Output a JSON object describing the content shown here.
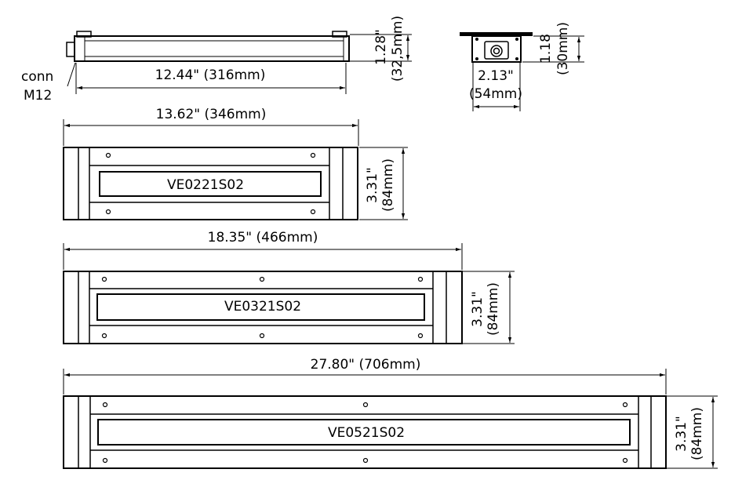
{
  "side_view": {
    "length_label": "12.44\" (316mm)",
    "height_label": "1.28\"",
    "height_mm_label": "(32,5mm)",
    "connector_label": "conn",
    "connector_type": "M12"
  },
  "end_view": {
    "width_label": "2.13\"",
    "width_mm_label": "(54mm)",
    "height_label": "1.18",
    "height_mm_label": "(30mm)"
  },
  "fixtures": [
    {
      "model": "VE0221S02",
      "length_label": "13.62\" (346mm)",
      "height_label": "3.31\"",
      "height_mm_label": "(84mm)"
    },
    {
      "model": "VE0321S02",
      "length_label": "18.35\" (466mm)",
      "height_label": "3.31\"",
      "height_mm_label": "(84mm)"
    },
    {
      "model": "VE0521S02",
      "length_label": "27.80\" (706mm)",
      "height_label": "3.31\"",
      "height_mm_label": "(84mm)"
    }
  ]
}
